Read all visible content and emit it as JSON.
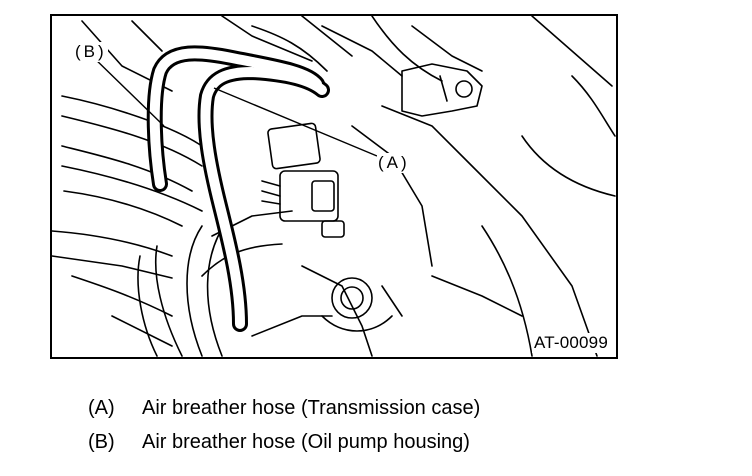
{
  "figure": {
    "id_label": "AT-00099",
    "callouts": {
      "a": "(A)",
      "b": "(B)"
    }
  },
  "legend": [
    {
      "key": "(A)",
      "text": "Air breather hose (Transmission case)"
    },
    {
      "key": "(B)",
      "text": "Air breather hose (Oil pump housing)"
    }
  ]
}
